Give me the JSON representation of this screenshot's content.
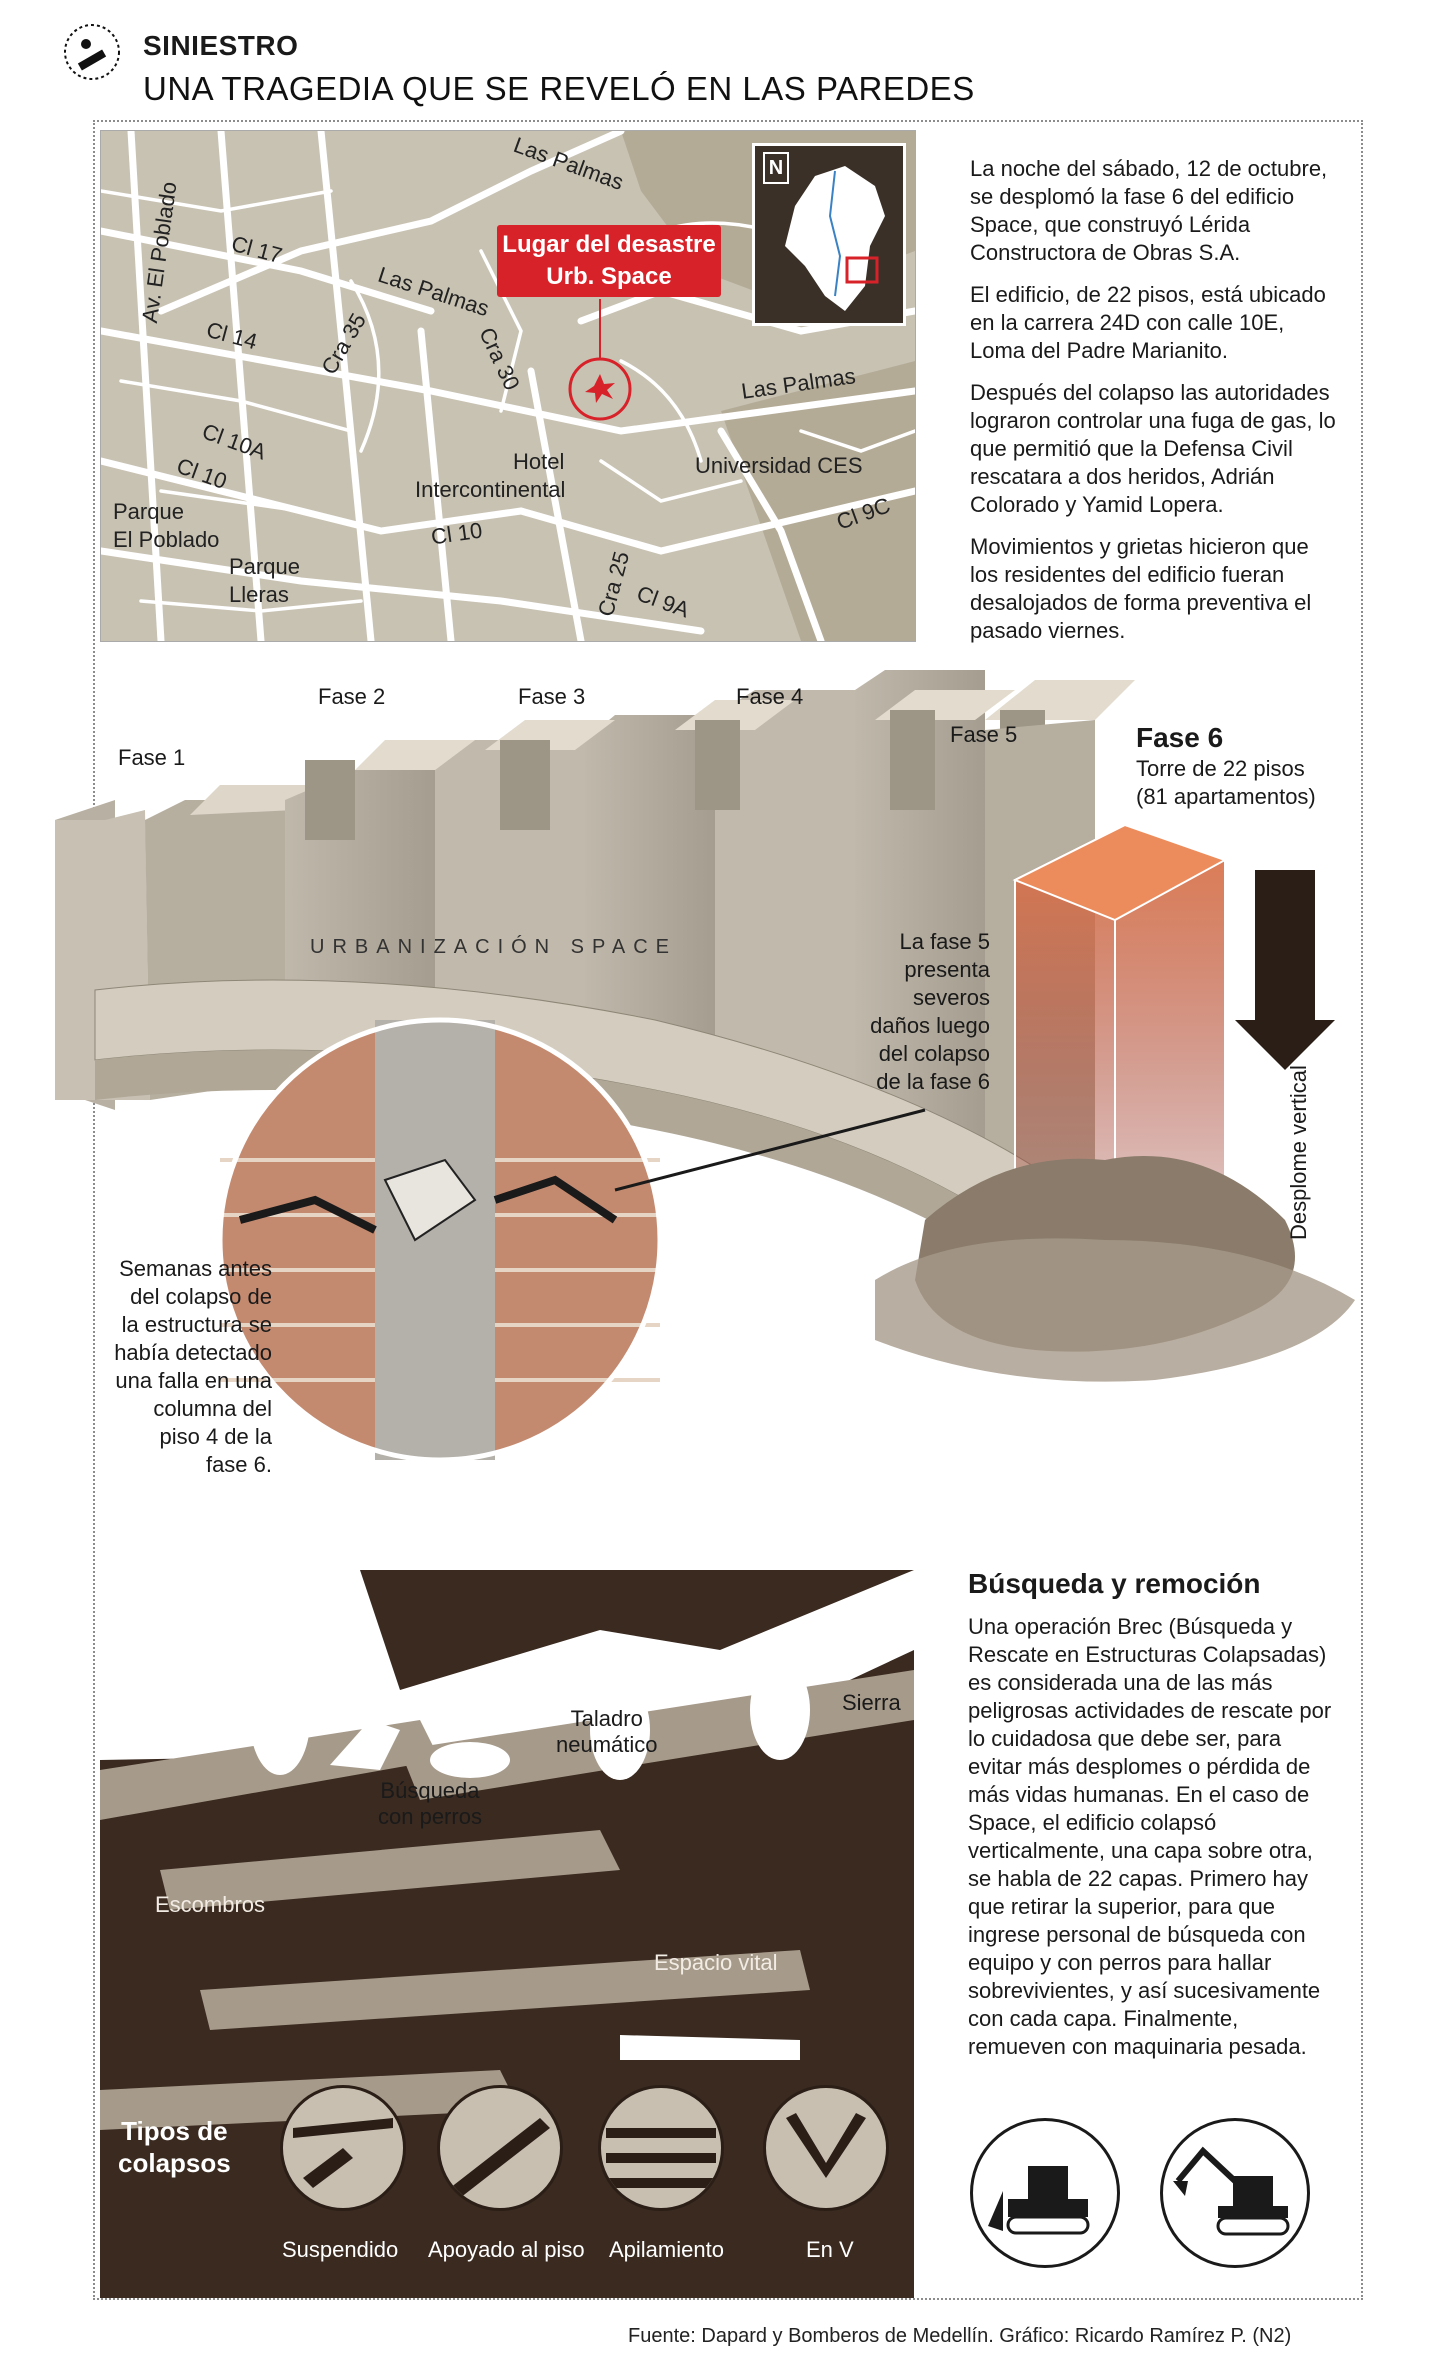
{
  "header": {
    "kicker": "SINIESTRO",
    "title": "UNA TRAGEDIA QUE SE REVELÓ EN LAS PAREDES"
  },
  "map": {
    "callout_line1": "Lugar del desastre",
    "callout_line2": "Urb. Space",
    "north_label": "N",
    "labels": {
      "las_palmas_1": "Las Palmas",
      "las_palmas_2": "Las Palmas",
      "las_palmas_3": "Las Palmas",
      "av_el_poblado": "Av. El Poblado",
      "cl17": "Cl 17",
      "cl14": "Cl 14",
      "cra35": "Cra 35",
      "cra30": "Cra 30",
      "cl10a": "Cl 10A",
      "cl10_1": "Cl 10",
      "cl10_2": "Cl 10",
      "parque_poblado_1": "Parque",
      "parque_poblado_2": "El Poblado",
      "parque_lleras_1": "Parque",
      "parque_lleras_2": "Lleras",
      "hotel_1": "Hotel",
      "hotel_2": "Intercontinental",
      "universidad": "Universidad CES",
      "cl9c": "Cl 9C",
      "cra25": "Cra 25",
      "cl9a": "Cl 9A"
    }
  },
  "side_text": [
    "La noche del sábado, 12 de octubre, se desplomó la fase 6 del edificio Space, que construyó Lérida Constructora de Obras S.A.",
    "El edificio, de 22 pisos, está ubicado en la carrera 24D con calle 10E, Loma del Padre Marianito.",
    "Después del colapso las autoridades lograron controlar una fuga de gas, lo que permitió que la Defensa Civil rescatara a dos heridos, Adrián Colorado y Yamid Lopera.",
    "Movimientos y grietas hicieron que los residentes del edificio fueran desalojados de forma preventiva el pasado viernes."
  ],
  "building": {
    "fase1": "Fase 1",
    "fase2": "Fase 2",
    "fase3": "Fase 3",
    "fase4": "Fase 4",
    "fase5": "Fase 5",
    "fase6_title": "Fase 6",
    "fase6_sub1": "Torre de 22 pisos",
    "fase6_sub2": "(81 apartamentos)",
    "urbanizacion": "URBANIZACIÓN SPACE",
    "fase5_note": [
      "La fase 5",
      "presenta",
      "severos",
      "daños luego",
      "del colapso",
      "de la fase 6"
    ],
    "desplome": "Desplome vertical",
    "crack_note": [
      "Semanas antes",
      "del colapso de",
      "la estructura se",
      "había detectado",
      "una falla en una",
      "columna del",
      "piso 4 de la",
      "fase 6."
    ]
  },
  "rescue": {
    "busqueda_perros_1": "Búsqueda",
    "busqueda_perros_2": "con perros",
    "taladro_1": "Taladro",
    "taladro_2": "neumático",
    "sierra": "Sierra",
    "escombros": "Escombros",
    "espacio_vital": "Espacio vital",
    "tipos_1": "Tipos de",
    "tipos_2": "colapsos",
    "collapse_types": [
      "Suspendido",
      "Apoyado al piso",
      "Apilamiento",
      "En V"
    ]
  },
  "search": {
    "title": "Búsqueda y remoción",
    "body": "Una operación Brec (Búsqueda y Rescate en Estructuras Colapsadas) es considerada una de las más peligrosas actividades de rescate por lo cuidadosa que debe ser, para evitar más desplomes o pérdida de más vidas humanas. En el caso de Space, el edificio colapsó verticalmente, una capa sobre otra, se habla de 22 capas. Primero hay que retirar la superior, para que ingrese personal de búsqueda con equipo y con perros para hallar sobrevivientes, y así sucesivamente con cada capa. Finalmente, remueven con maquinaria pesada."
  },
  "footer": "Fuente: Dapard y Bomberos de Medellín. Gráfico: Ricardo Ramírez P. (N2)",
  "colors": {
    "accent_red": "#d8222a",
    "map_bg": "#c8c2b3",
    "rubble_dark": "#3a2a20",
    "fase6_orange": "#d9704a"
  }
}
